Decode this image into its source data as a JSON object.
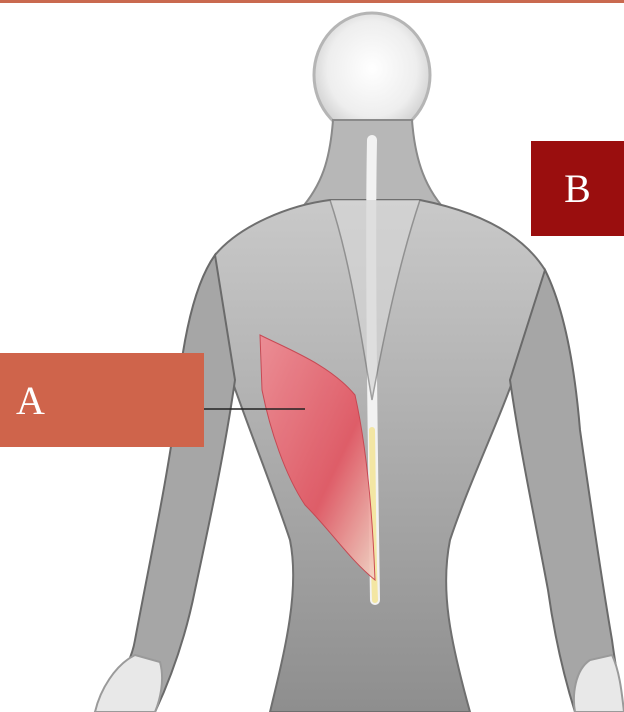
{
  "labels": {
    "a": "A",
    "b": "B"
  },
  "colors": {
    "label_a_bg": "#cf644b",
    "label_b_bg": "#9a0e0e",
    "top_rule": "#c9694f",
    "highlight_muscle": "#e85a66"
  },
  "illustration": {
    "subject": "posterior-torso-muscles-icon",
    "highlighted": "latissimus-dorsi-region"
  }
}
